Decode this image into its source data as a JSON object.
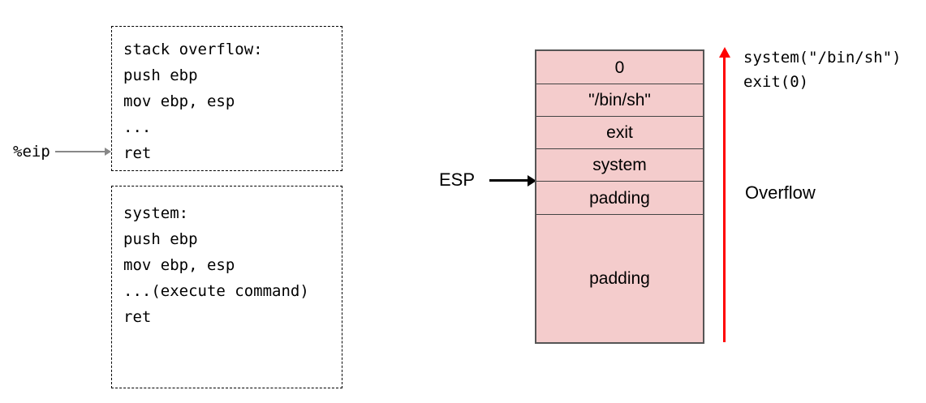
{
  "diagram": {
    "title_hidden": "",
    "code_boxes": [
      {
        "name": "stack-overflow-listing",
        "lines": [
          "stack overflow:",
          "push ebp",
          "mov ebp, esp",
          "...",
          "ret"
        ]
      },
      {
        "name": "system-listing",
        "lines": [
          "system:",
          "push ebp",
          "mov ebp, esp",
          "...(execute command)",
          "ret"
        ]
      }
    ],
    "eip": {
      "label": "%eip",
      "arrow_icon": "arrow-right-icon"
    },
    "esp": {
      "label": "ESP",
      "arrow_icon": "arrow-right-icon"
    },
    "stack": {
      "cells": [
        {
          "label": "0"
        },
        {
          "label": "\"/bin/sh\""
        },
        {
          "label": "exit"
        },
        {
          "label": "system"
        },
        {
          "label": "padding"
        },
        {
          "label": "padding"
        }
      ],
      "fill_color": "#f4cccc",
      "border_color": "#555555"
    },
    "annotations": {
      "call_lines": [
        "system(\"/bin/sh\")",
        "exit(0)"
      ],
      "overflow_label": "Overflow",
      "overflow_arrow_icon": "arrow-up-icon",
      "overflow_arrow_color": "#ff0000"
    }
  }
}
